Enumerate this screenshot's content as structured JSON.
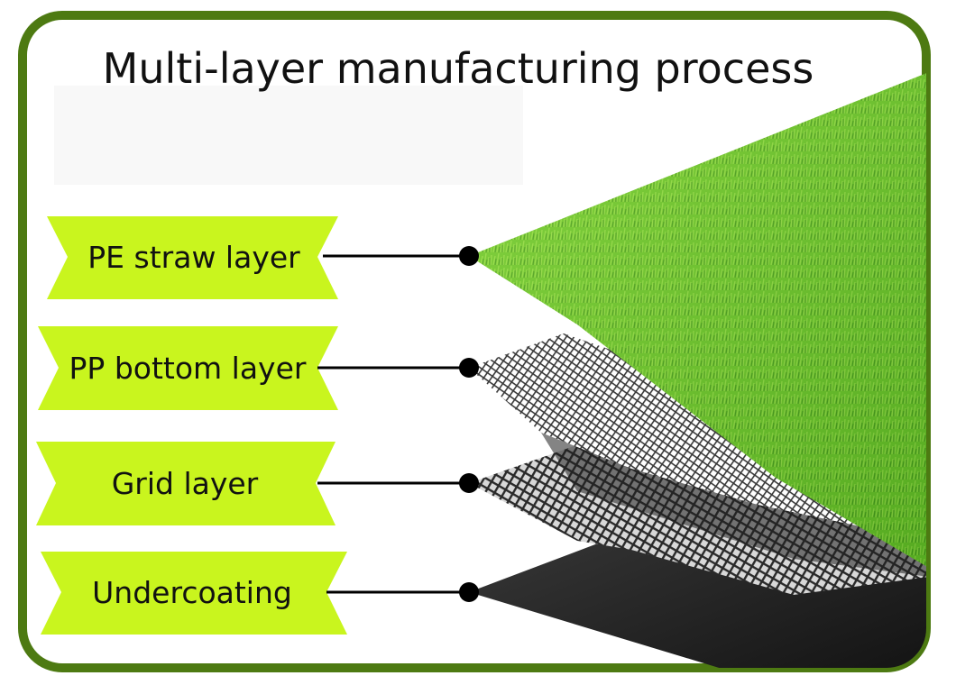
{
  "title": "Multi-layer manufacturing process",
  "layers": [
    {
      "label": "PE straw layer"
    },
    {
      "label": "PP bottom layer"
    },
    {
      "label": "Grid layer"
    },
    {
      "label": "Undercoating"
    }
  ],
  "colors": {
    "frame": "#4d7a12",
    "ribbon": "#c9f51e",
    "grass_light": "#8fdc3a",
    "grass_dark": "#3f9a1c",
    "mesh": "#2b2b2b",
    "undercoating": "#1e1e1e",
    "connector": "#000000"
  }
}
